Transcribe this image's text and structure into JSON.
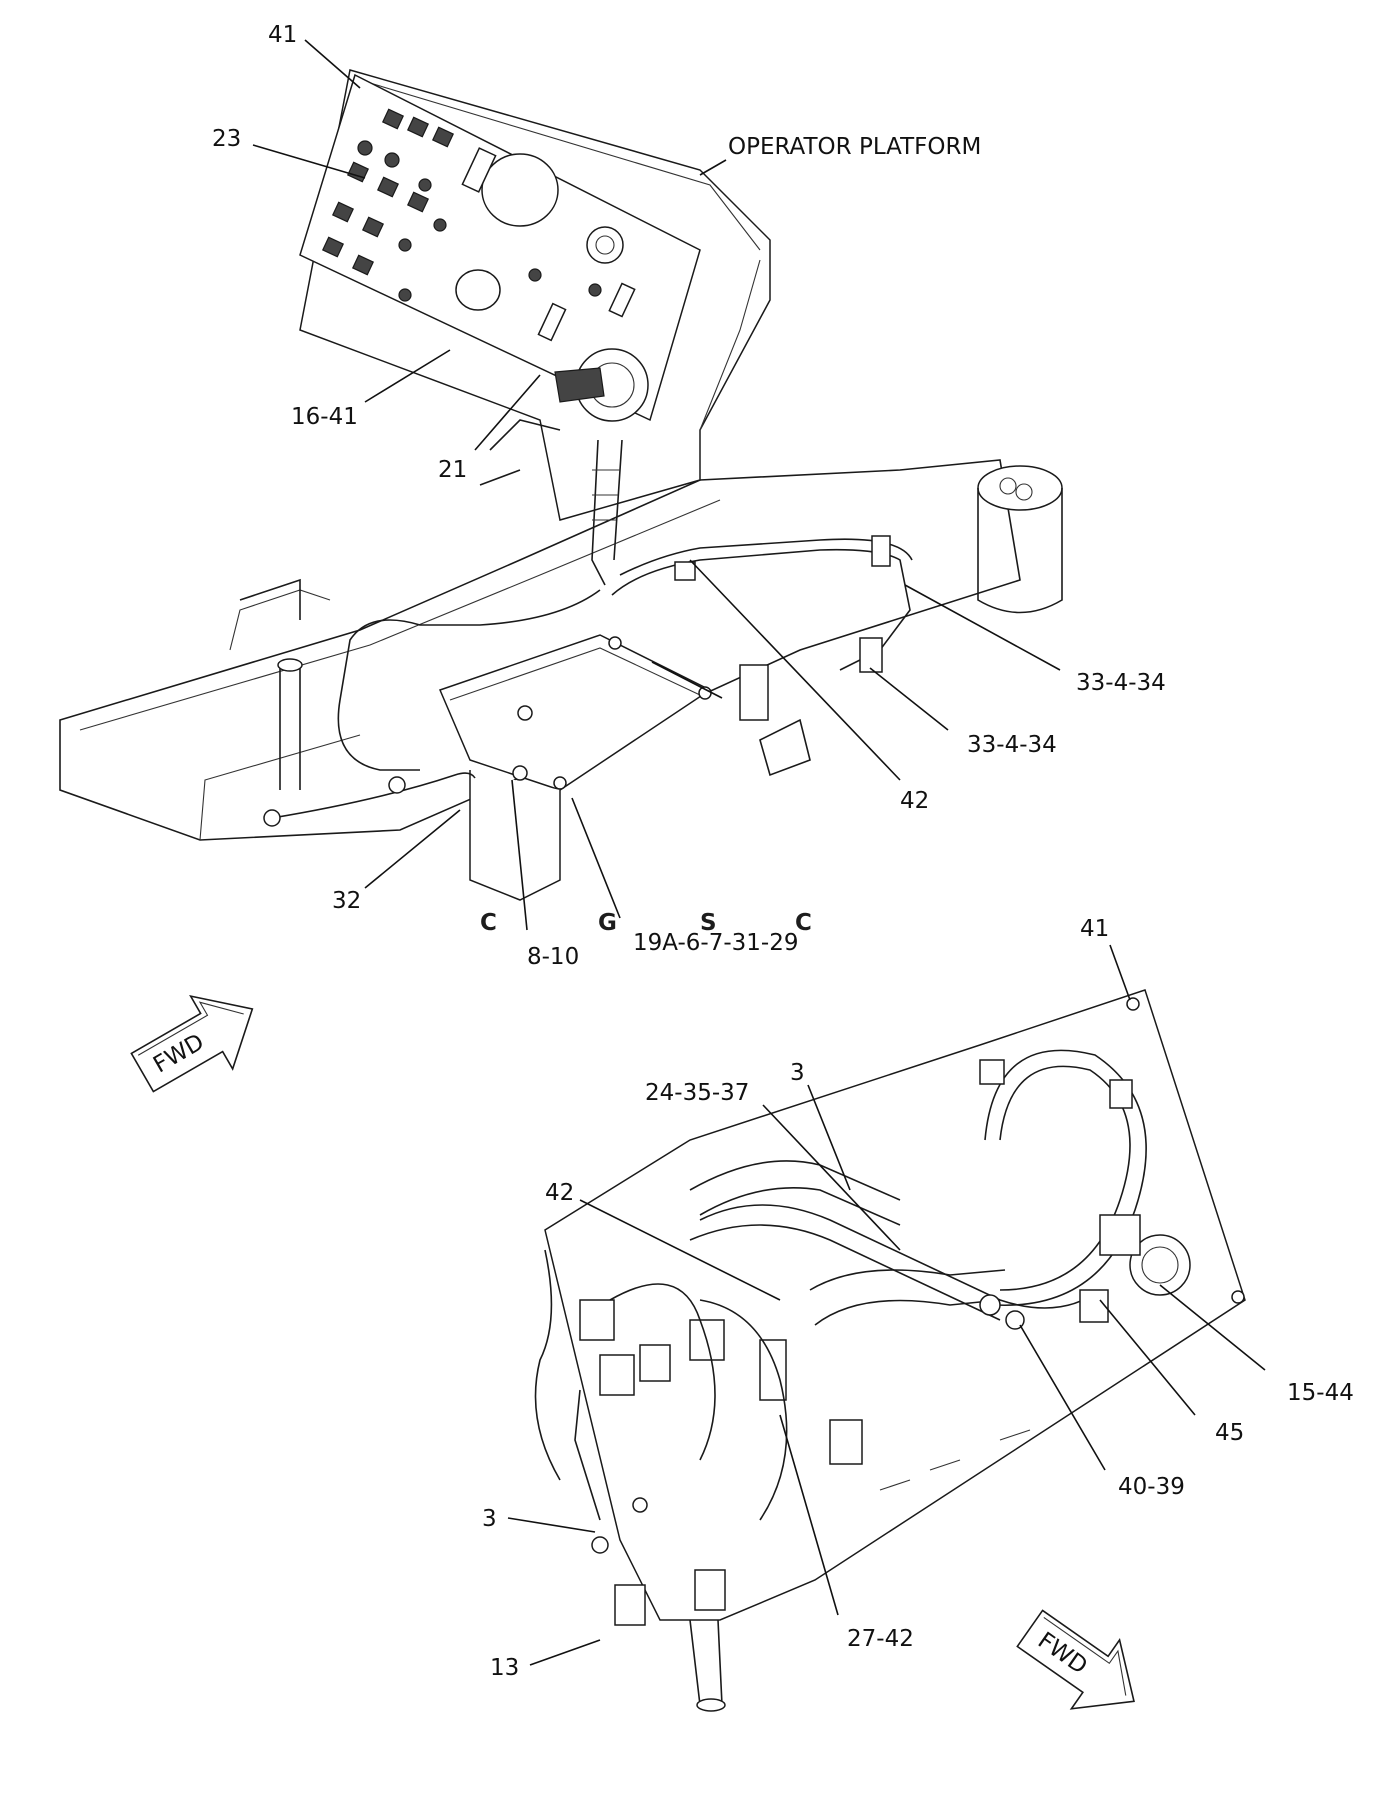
{
  "title_label": "OPERATOR PLATFORM",
  "fwd_label": "FWD",
  "watermark": {
    "letters": [
      "C",
      "G",
      "S",
      "C"
    ],
    "colors": [
      "#6ea0f7",
      "#f07070",
      "#f7d155",
      "#56b58a"
    ]
  },
  "callouts": {
    "top": [
      "41",
      "23",
      "16-41",
      "21",
      "33-4-34",
      "33-4-34",
      "42",
      "32",
      "8-10",
      "19A-6-7-31-29"
    ],
    "bottom": [
      "41",
      "3",
      "24-35-37",
      "42",
      "15-44",
      "45",
      "40-39",
      "3",
      "27-42",
      "13"
    ]
  }
}
